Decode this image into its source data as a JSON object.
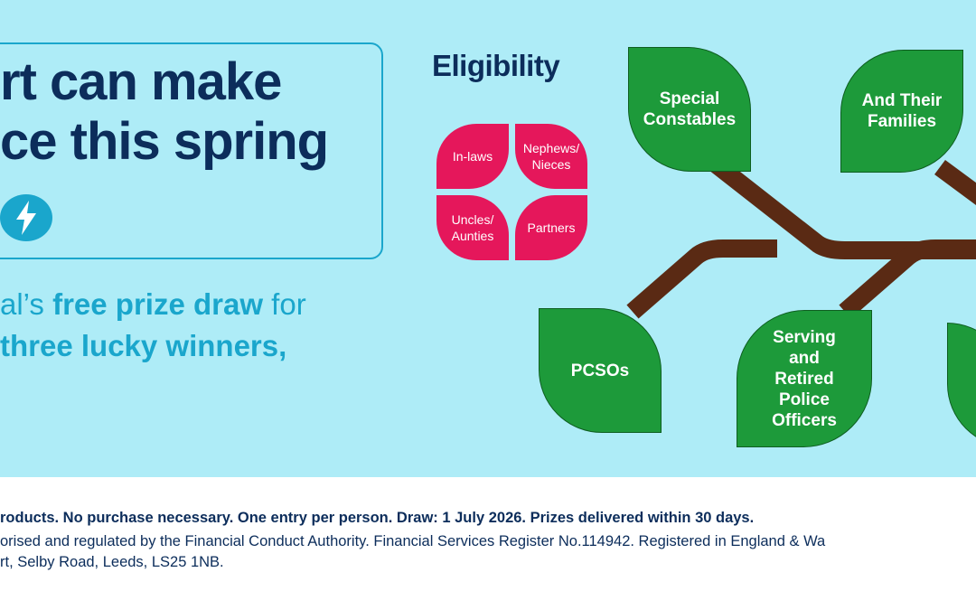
{
  "headline": {
    "line1": "rt can make",
    "line2": "ce this spring"
  },
  "subline": {
    "line1_prefix": "al’s ",
    "line1_bold": "free prize draw",
    "line1_suffix": " for",
    "line2": "three lucky winners,"
  },
  "eligibility": {
    "title": "Eligibility",
    "family": [
      "In-laws",
      "Nephews/ Nieces",
      "Uncles/ Aunties",
      "Partners"
    ],
    "leaves": [
      "Special Constables",
      "And Their Families",
      "PCSOs",
      "Serving and Retired Police Officers",
      ""
    ]
  },
  "footer": {
    "line1": "roducts. No purchase necessary. One entry per person. Draw: 1 July 2026. Prizes delivered within 30 days.",
    "line2": "orised and regulated by the Financial Conduct Authority. Financial Services Register No.114942. Registered in England & Wa",
    "line3": "rt, Selby Road, Leeds, LS25 1NB."
  },
  "colors": {
    "banner_bg": "#aeecf7",
    "navy": "#0c2d5b",
    "accent_blue": "#1aa6cc",
    "leaf_green": "#1d9a3a",
    "branch_brown": "#5a2a14",
    "petal_pink": "#e5175b"
  },
  "icons": [
    "lightning-bolt-icon"
  ]
}
